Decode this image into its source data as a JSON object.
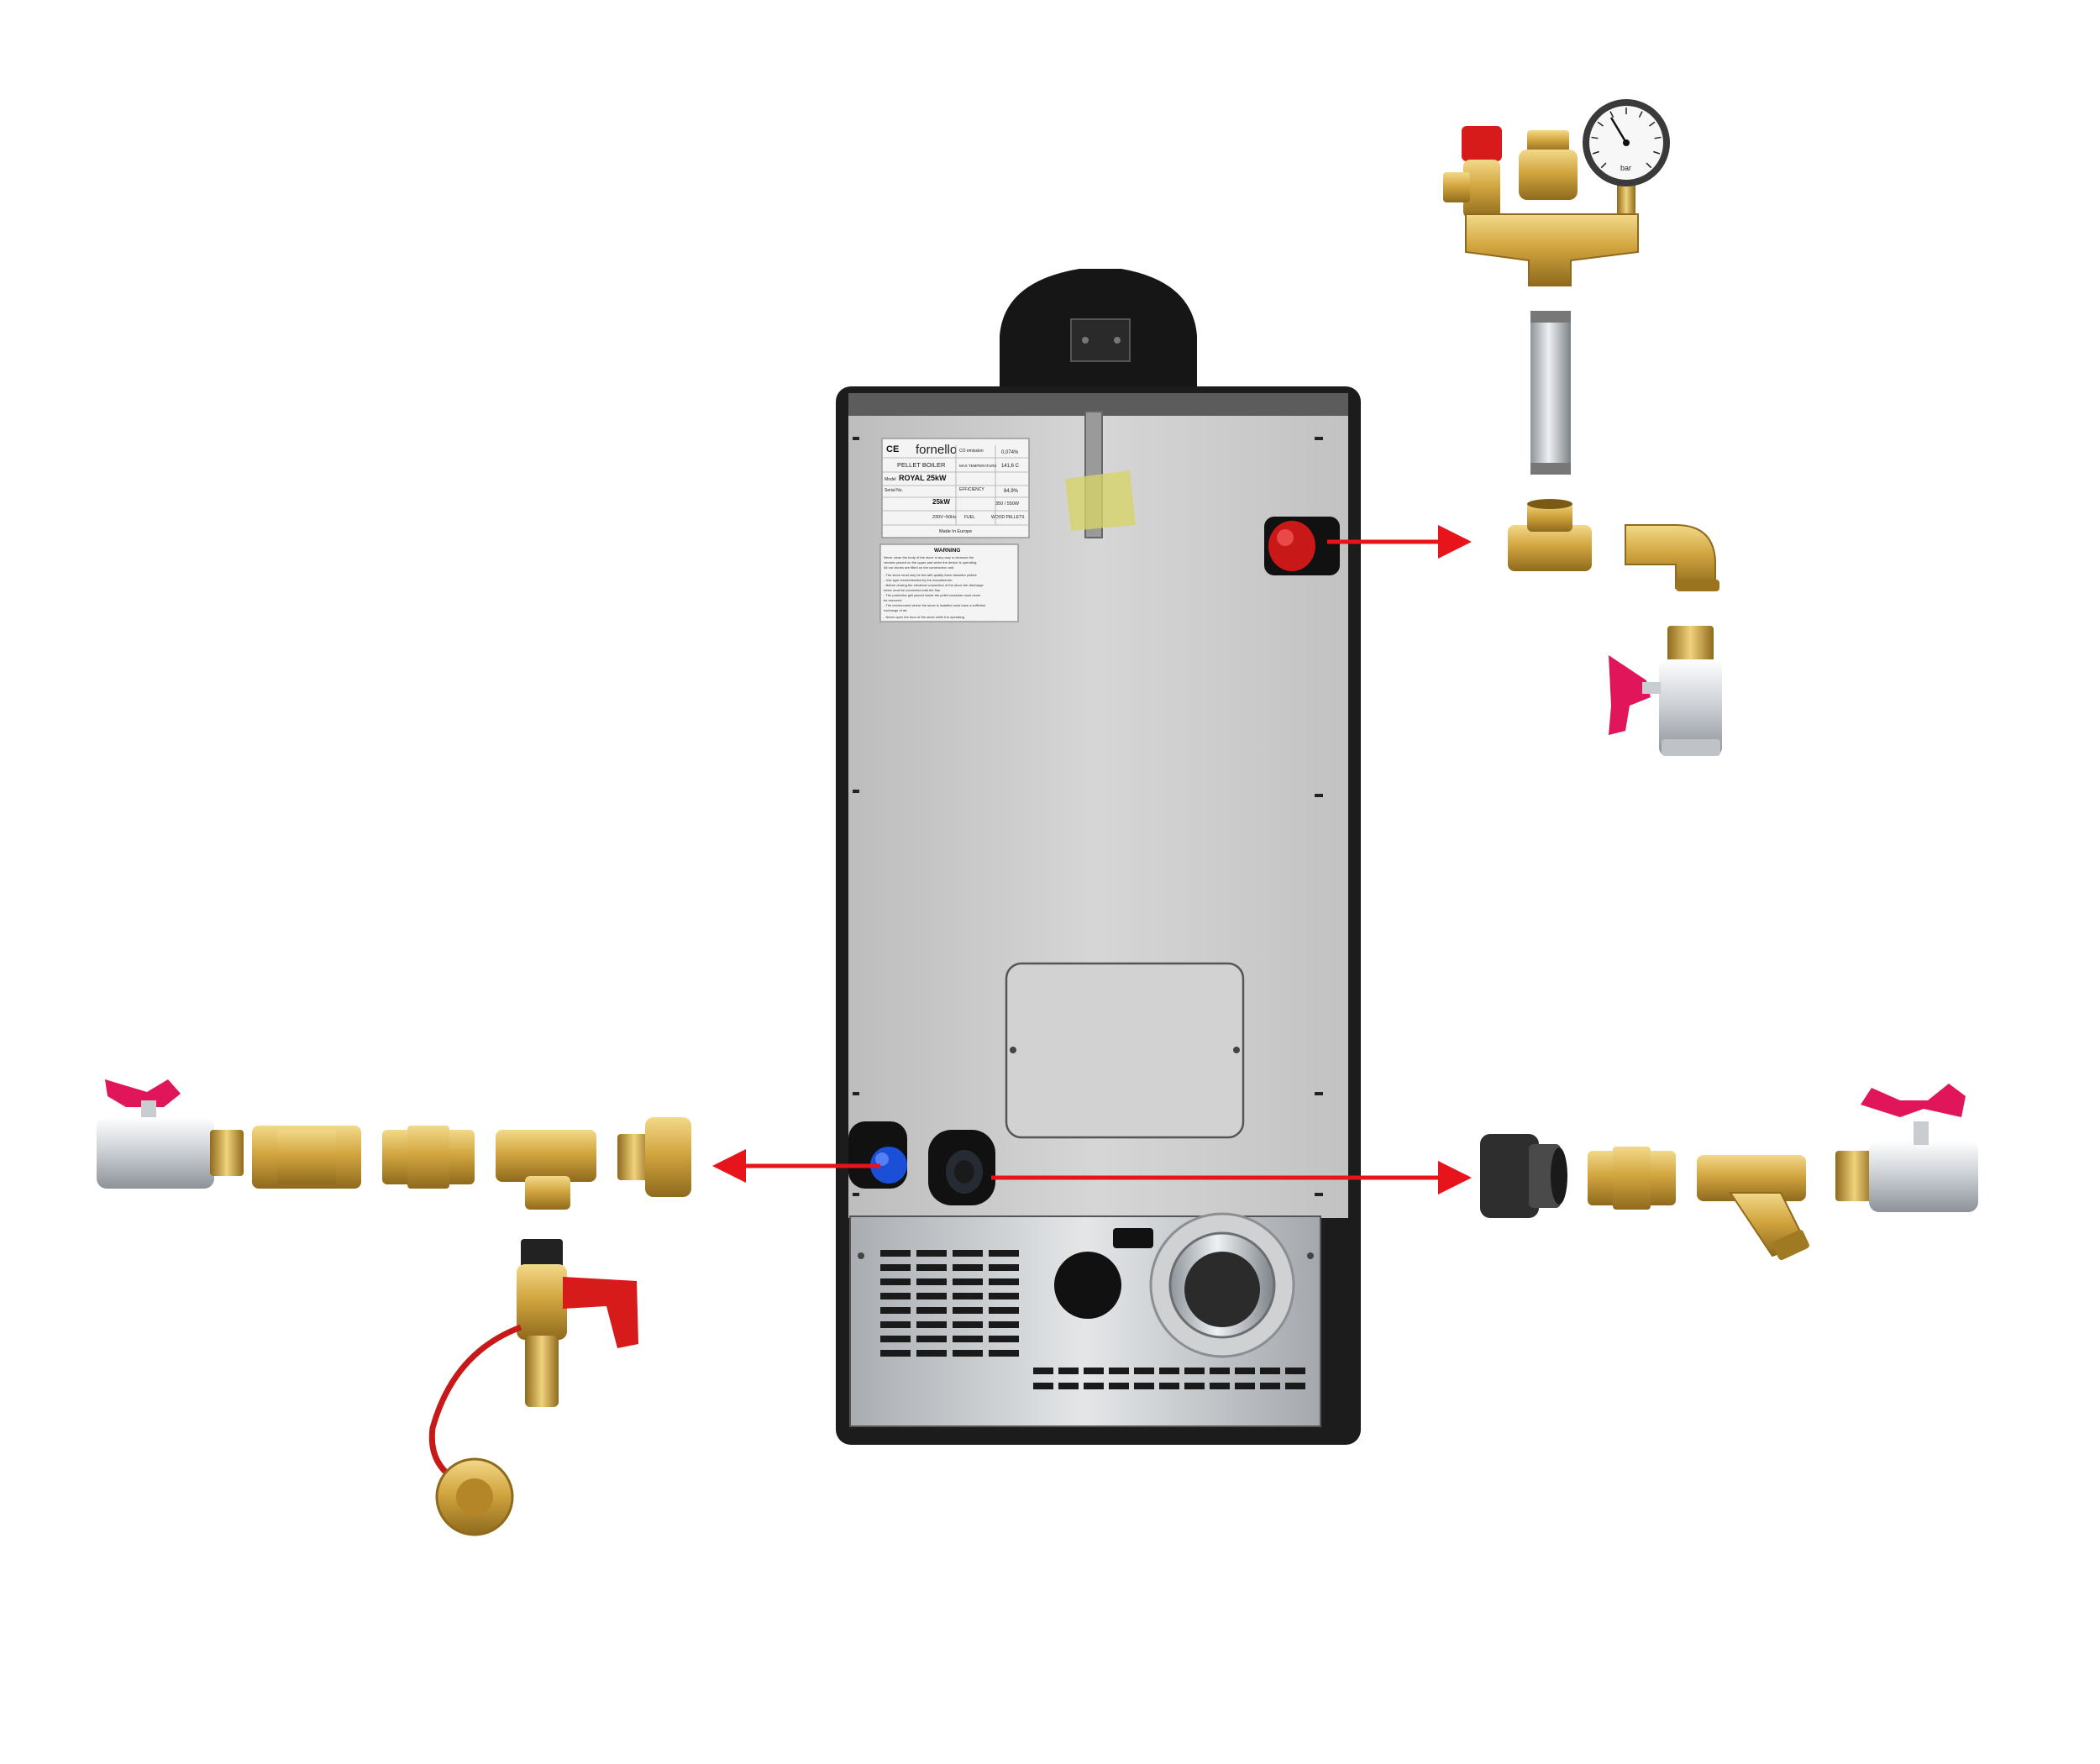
{
  "plate": {
    "ce_mark": "CE",
    "brand": "fornello",
    "product_type": "PELLET BOILER",
    "model_label": "Model",
    "model": "ROYAL 25kW",
    "serial_label": "Serial No.",
    "power": "25kW",
    "voltage": "230V~50Hz",
    "co_label": "CO emission",
    "co_value": "0,074%",
    "temp_label": "MAX TEMPERATURE",
    "temp_value": "141,6 C",
    "efficiency_label": "EFFICIENCY",
    "efficiency_value": "84,9%",
    "ignition_value": "350 / 550W",
    "fuel_label": "FUEL",
    "fuel_value": "WOOD PELLETS",
    "made_in": "Made In Europe"
  },
  "warning": {
    "title": "WARNING",
    "lines": [
      "Never clean the body of the stove in any way or cleanout the",
      "ceramic placed on the upper part when the device is operating.",
      "All our stoves are fitted on the construction unit.",
      "- The stove must only be fed with quality 6mm diameter pellets",
      "- Use type recommended by the manufacturer.",
      "- Before closing the electrical connection of the stove the discharge",
      "  tubes must be connected with the flue.",
      "- The protective grill placed inside the pellet container must never",
      "  be removed.",
      "- The environment where the stove is installed must have a sufficient",
      "  exchange of air.",
      "- Never open the door of the stove while it is operating."
    ]
  },
  "gauge": {
    "unit": "bar"
  },
  "colors": {
    "arrow": "#e8141b",
    "brass": "#d2a640",
    "chrome": "#d9dde2",
    "handle": "#e0155a",
    "panel": "#cdcdcd",
    "frame": "#1c1c1c",
    "inlet_blue": "#1c4fd8",
    "outlet_red": "#c81818"
  }
}
